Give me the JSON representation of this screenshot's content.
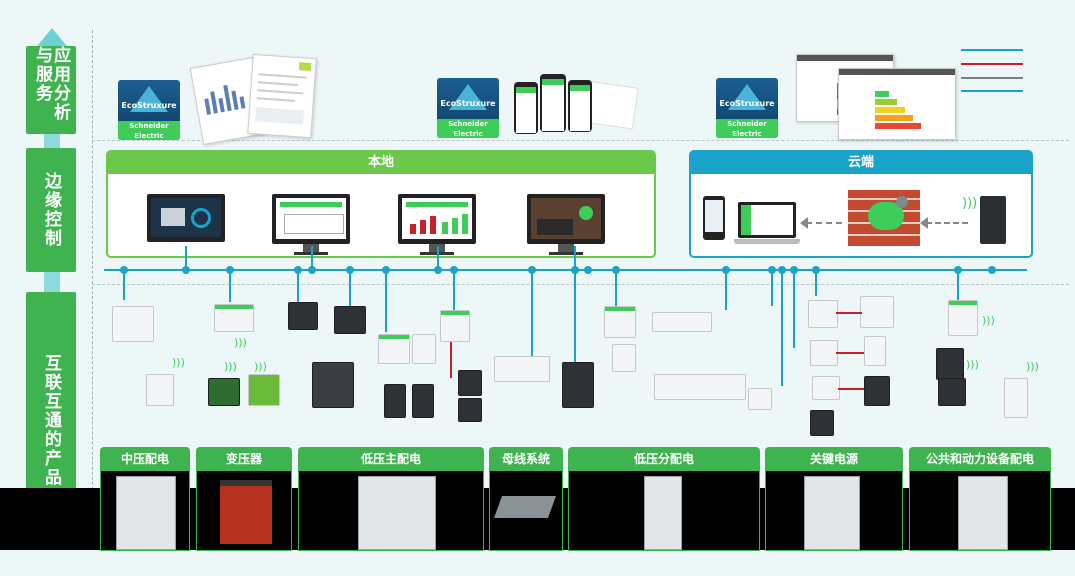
{
  "layers": {
    "application": "应用分析与服务",
    "edge": "边缘控制",
    "connected": "互联互通的产品"
  },
  "ecostruxure": {
    "brand_top": "EcoStruxure",
    "brand_bottom": "Schneider Electric"
  },
  "panels": {
    "local": "本地",
    "cloud": "云端"
  },
  "categories": [
    "中压配电",
    "变压器",
    "低压主配电",
    "母线系统",
    "低压分配电",
    "关键电源",
    "公共和动力设备配电"
  ],
  "colors": {
    "layer_green": "#3fb34f",
    "local_header": "#6cc84a",
    "cloud_header": "#1aa3c8",
    "bus_blue": "#1aa3c8",
    "legend_cyan": "#1aa3c8",
    "legend_red": "#c8202a",
    "legend_gray": "#7a8288"
  },
  "icons": [
    "cloud-icon",
    "firewall-icon",
    "wifi-icon",
    "tablet-icon",
    "laptop-icon",
    "gateway-icon",
    "lock-icon"
  ]
}
